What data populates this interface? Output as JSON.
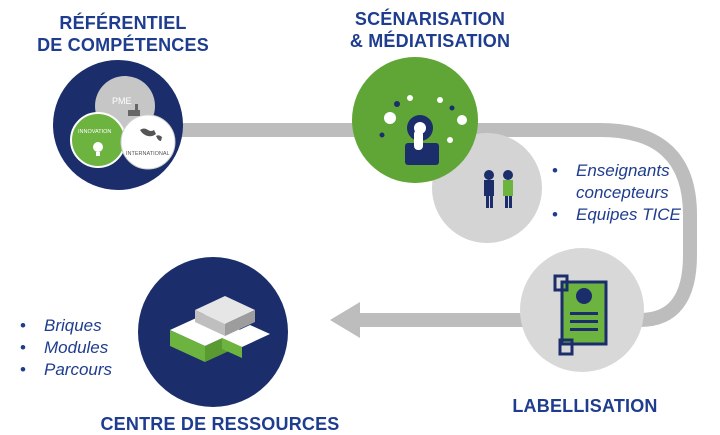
{
  "titles": {
    "referentiel_line1": "RÉFÉRENTIEL",
    "referentiel_line2": "DE COMPÉTENCES",
    "scenarisation_line1": "SCÉNARISATION",
    "scenarisation_line2": "& MÉDIATISATION",
    "labellisation": "LABELLISATION",
    "centre": "CENTRE DE RESSOURCES"
  },
  "referentiel_circles": {
    "pme": "PME",
    "innovation": "INNOVATION",
    "international": "INTERNATIONAL"
  },
  "actors": [
    "Enseignants concepteurs",
    "Equipes TICE"
  ],
  "resources": [
    "Briques",
    "Modules",
    "Parcours"
  ],
  "colors": {
    "navy": "#1b2e6b",
    "green": "#6db33f",
    "grey_path": "#b9b9b9",
    "title_blue": "#1f3d8f"
  }
}
